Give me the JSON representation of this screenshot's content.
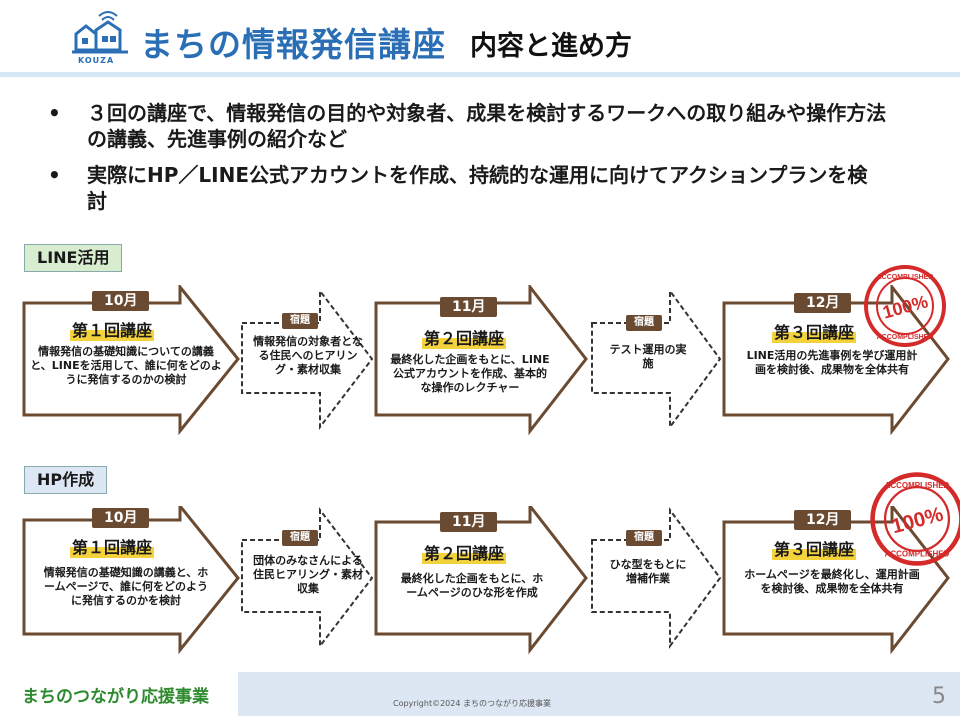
{
  "header": {
    "logo_text": "KOUZA",
    "title_main": "まちの情報発信講座",
    "title_sub": "内容と進め方"
  },
  "bullets": [
    "３回の講座で、情報発信の目的や対象者、成果を検討するワークへの取り組みや操作方法の講義、先進事例の紹介など",
    "実際にHP／LINE公式アカウントを作成、持続的な運用に向けてアクションプランを検討"
  ],
  "bullet_marker": "•",
  "sections": {
    "line": {
      "label": "LINE活用",
      "steps": [
        {
          "month": "10月",
          "lecture": "第１回講座",
          "desc": "情報発信の基礎知識についての講義と、LINEを活用して、誰に何をどのように発信するのかの検討"
        },
        {
          "homework": "宿題",
          "desc": "情報発信の対象者となる住民へのヒアリング・素材収集"
        },
        {
          "month": "11月",
          "lecture": "第２回講座",
          "desc": "最終化した企画をもとに、LINE公式アカウントを作成、基本的な操作のレクチャー"
        },
        {
          "homework": "宿題",
          "desc": "テスト運用の実施"
        },
        {
          "month": "12月",
          "lecture": "第３回講座",
          "desc": "LINE活用の先進事例を学び運用計画を検討後、成果物を全体共有"
        }
      ]
    },
    "hp": {
      "label": "HP作成",
      "steps": [
        {
          "month": "10月",
          "lecture": "第１回講座",
          "desc": "情報発信の基礎知識の講義と、ホームページで、誰に何をどのように発信するのかを検討"
        },
        {
          "homework": "宿題",
          "desc": "団体のみなさんによる住民ヒアリング・素材収集"
        },
        {
          "month": "11月",
          "lecture": "第２回講座",
          "desc": "最終化した企画をもとに、ホームページのひな形を作成"
        },
        {
          "homework": "宿題",
          "desc": "ひな型をもとに増補作業"
        },
        {
          "month": "12月",
          "lecture": "第３回講座",
          "desc": "ホームページを最終化し、運用計画を検討後、成果物を全体共有"
        }
      ]
    }
  },
  "stamp": {
    "top_text": "ACCOMPLISHED",
    "center_text": "100%",
    "bottom_text": "ACCOMPLISHED",
    "color": "#d42a2a"
  },
  "footer": {
    "brand": "まちのつながり応援事業",
    "copyright": "Copyright©2024 まちのつながり応援事業",
    "page": "5"
  },
  "colors": {
    "accent": "#2a6fb5",
    "brown": "#6b4a32",
    "highlight": "#f4d23c",
    "brand_green": "#2e8a2e"
  }
}
